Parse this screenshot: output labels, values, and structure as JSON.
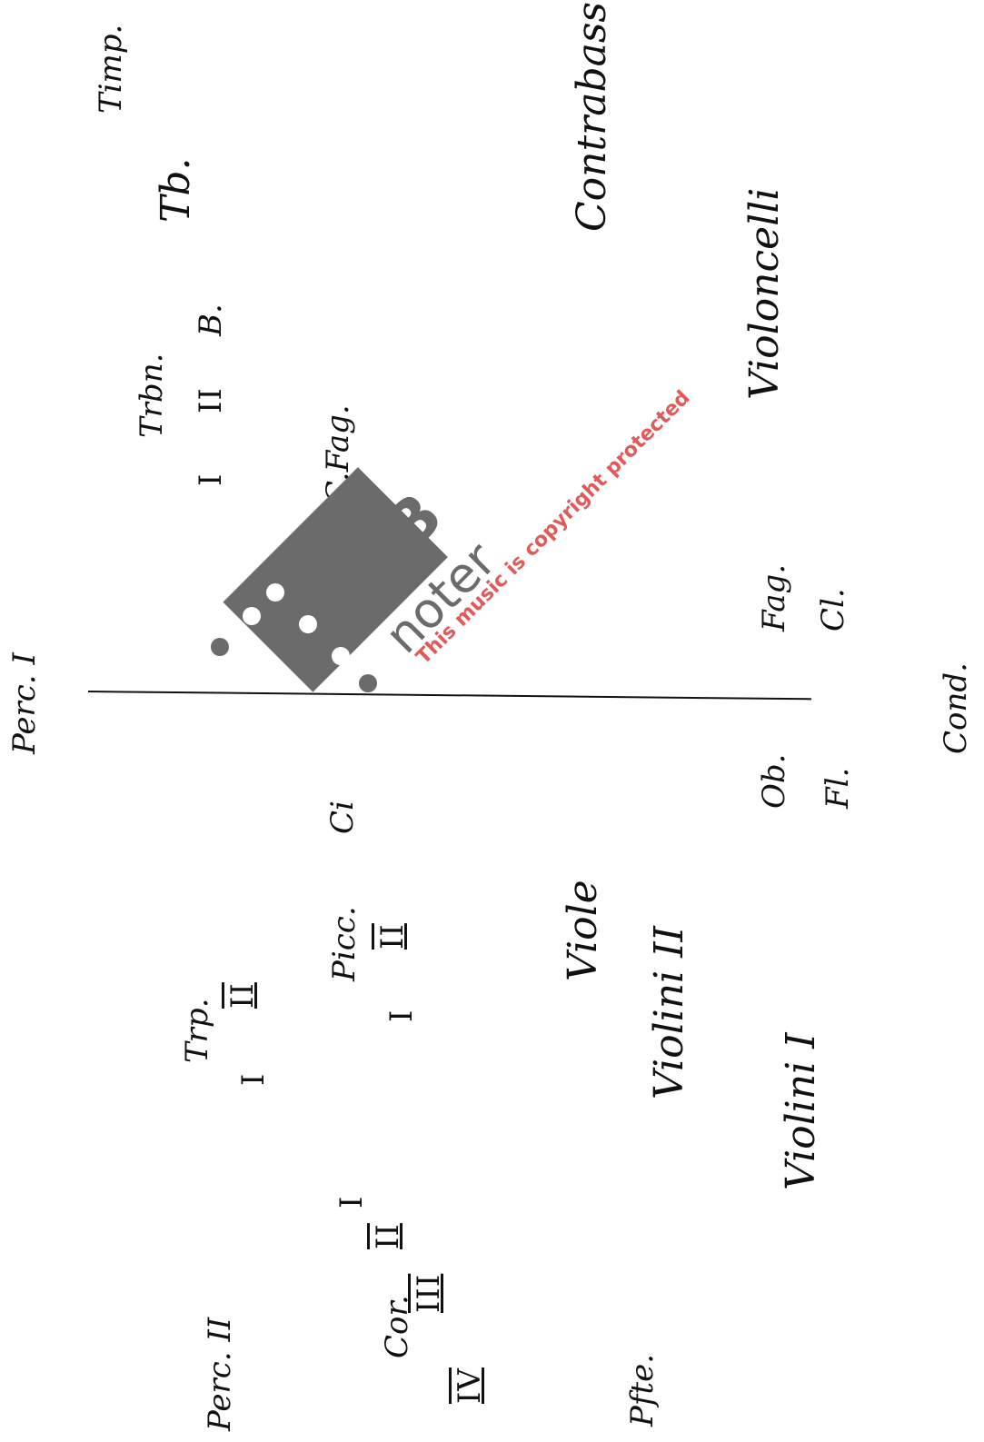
{
  "colors": {
    "ink": "#111111",
    "paper": "#ffffff",
    "watermark_gray": "#6b6b6b",
    "watermark_red": "#e05a5a"
  },
  "labels": {
    "timp": "Timp.",
    "contrabassi": "Contrabassi",
    "tb": "Tb.",
    "violoncelli": "Violoncelli",
    "b": "B.",
    "trbn": "Trbn.",
    "trbn_ii": "II",
    "trbn_i": "I",
    "cfag": "C.Fag.",
    "perc_i": "Perc. I",
    "fag": "Fag.",
    "cl": "Cl.",
    "cond": "Cond.",
    "ob": "Ob.",
    "fl": "Fl.",
    "ci": "Ci",
    "viole": "Viole",
    "picc": "Picc.",
    "picc_ii": "II",
    "picc_i": "I",
    "trp": "Trp.",
    "trp_ii": "II",
    "trp_i": "I",
    "violini_ii": "Violini II",
    "violini_i": "Violini I",
    "cor_i": "I",
    "cor_ii": "II",
    "cor_iii": "III",
    "cor": "Cor.",
    "cor_iv": "IV",
    "perc_ii": "Perc. II",
    "pfte": "Pfte."
  },
  "watermark": {
    "brand_nb": "NB",
    "brand_noter": "noter",
    "notice": "This music is copyright protected"
  }
}
